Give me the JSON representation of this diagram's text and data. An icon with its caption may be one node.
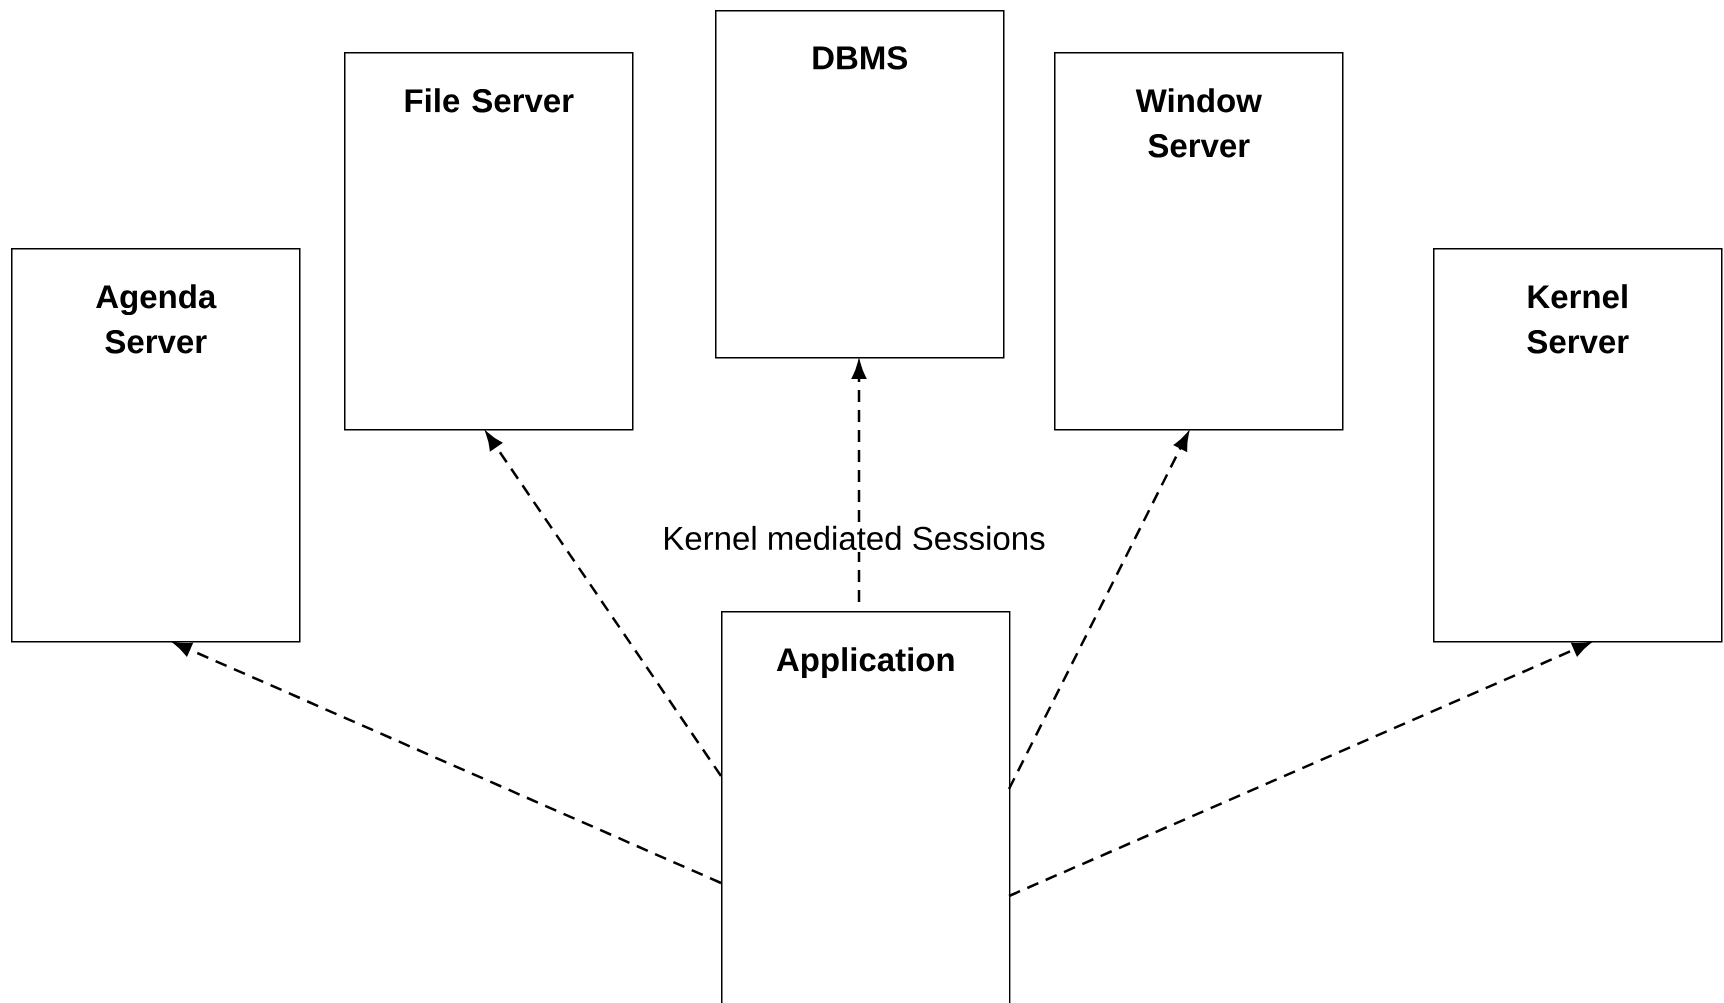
{
  "diagram": {
    "nodes": [
      {
        "text": [
          "Agenda Server"
        ]
      },
      {
        "text": [
          "File Server"
        ]
      },
      {
        "text": [
          "DBMS"
        ]
      },
      {
        "text": [
          "Window Server"
        ]
      },
      {
        "text": [
          "Kernel Server"
        ]
      },
      {
        "text": [
          "Application"
        ]
      }
    ],
    "edges": [
      {
        "from": 5,
        "to": 0,
        "arrow": "to",
        "style": "dashed"
      },
      {
        "from": 5,
        "to": 1,
        "arrow": "to",
        "style": "dashed"
      },
      {
        "from": 5,
        "to": 2,
        "arrow": "to",
        "style": "dashed",
        "label": "Kernel mediated Sessions"
      },
      {
        "from": 5,
        "to": 3,
        "arrow": "to",
        "style": "dashed"
      },
      {
        "from": 5,
        "to": 4,
        "arrow": "to",
        "style": "dashed"
      }
    ]
  }
}
